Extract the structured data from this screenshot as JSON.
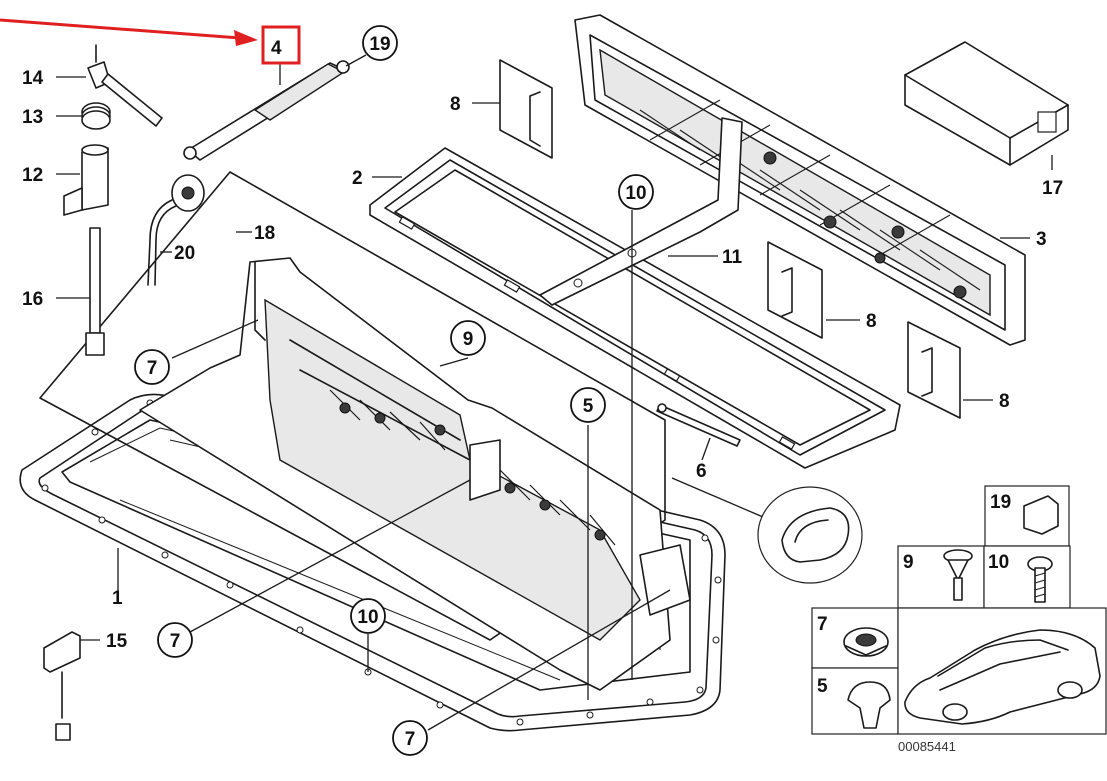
{
  "highlight_color": "#e02020",
  "labels": {
    "p1": "1",
    "p2": "2",
    "p3": "3",
    "p4": "4",
    "p5": "5",
    "p6": "6",
    "p7a": "7",
    "p7b": "7",
    "p7c": "7",
    "p8a": "8",
    "p8b": "8",
    "p8c": "8",
    "p9": "9",
    "p10a": "10",
    "p10b": "10",
    "p11": "11",
    "p12": "12",
    "p13": "13",
    "p14": "14",
    "p15": "15",
    "p16": "16",
    "p17": "17",
    "p18": "18",
    "p19": "19",
    "p20": "20"
  },
  "legend": {
    "i19": "19",
    "i9": "9",
    "i10": "10",
    "i7": "7",
    "i5": "5"
  },
  "code": "00085441"
}
